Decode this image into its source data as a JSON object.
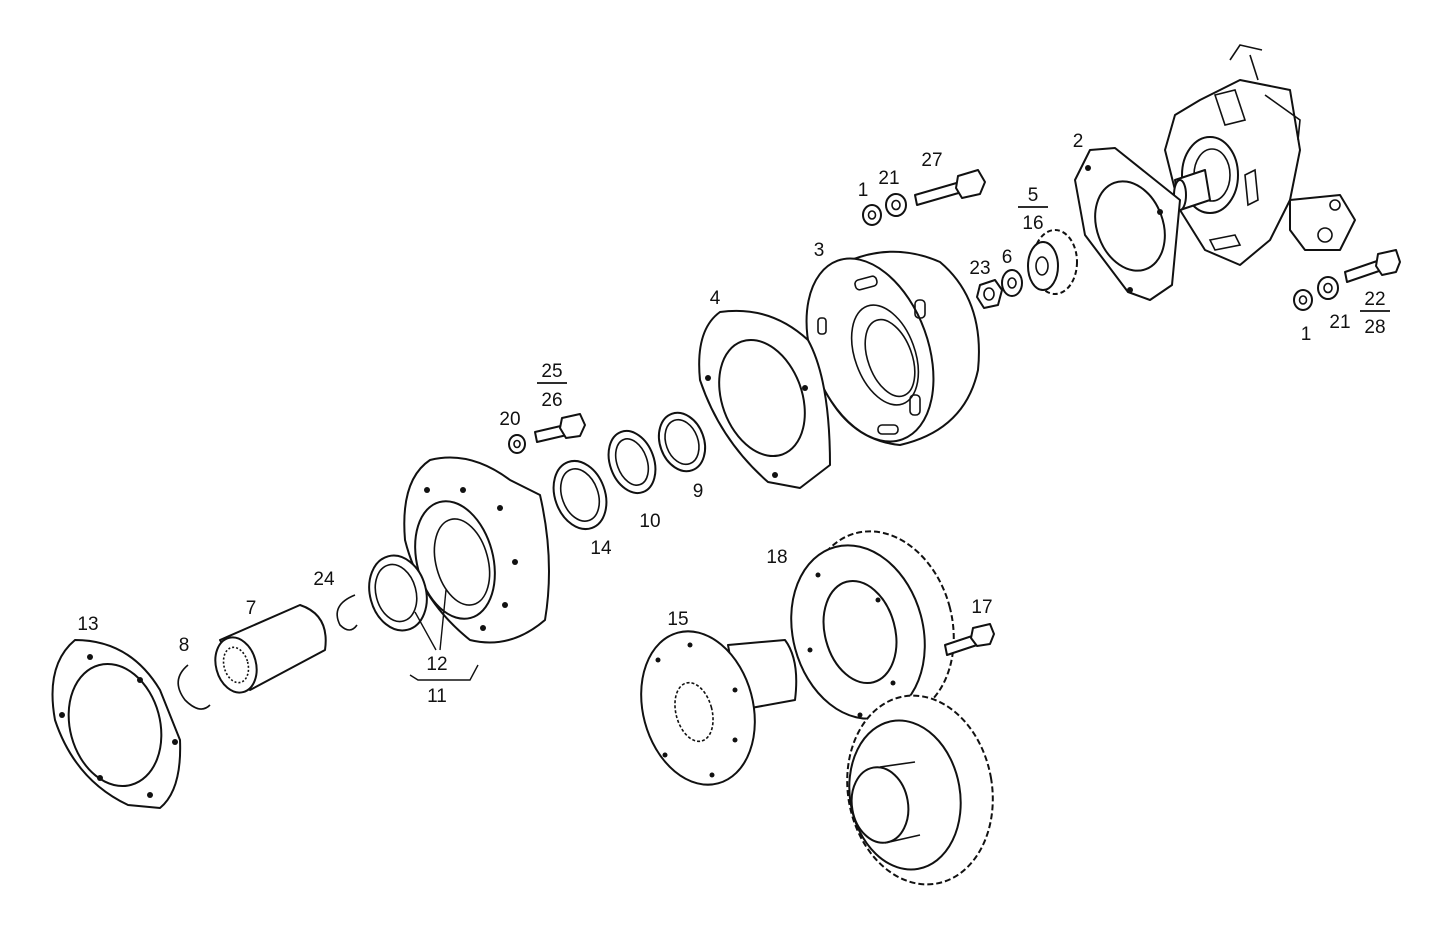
{
  "callouts": {
    "c1a": "1",
    "c21a": "21",
    "c27": "27",
    "c2": "2",
    "c5": "5",
    "c16": "16",
    "c3": "3",
    "c23": "23",
    "c6": "6",
    "c1b": "1",
    "c21b": "21",
    "c22": "22",
    "c28": "28",
    "c4": "4",
    "c25": "25",
    "c26": "26",
    "c20": "20",
    "c9": "9",
    "c10": "10",
    "c14": "14",
    "c24": "24",
    "c7": "7",
    "c8": "8",
    "c13": "13",
    "c12": "12",
    "c11": "11",
    "c15": "15",
    "c18": "18",
    "c17": "17"
  },
  "icons": {
    "style": "exploded-parts line drawing",
    "ink_color": "#111111",
    "paper_color": "#ffffff"
  }
}
